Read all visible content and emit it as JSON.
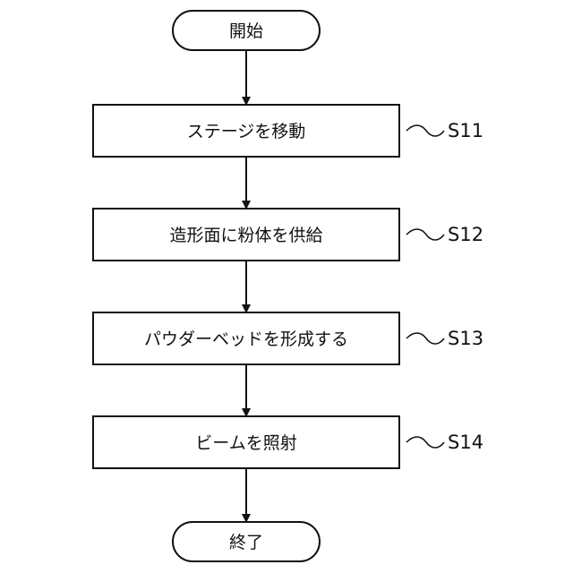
{
  "flowchart": {
    "start_label": "開始",
    "end_label": "終了",
    "steps": [
      {
        "label": "ステージを移動",
        "id": "S11"
      },
      {
        "label": "造形面に粉体を供給",
        "id": "S12"
      },
      {
        "label": "パウダーベッドを形成する",
        "id": "S13"
      },
      {
        "label": "ビームを照射",
        "id": "S14"
      }
    ]
  }
}
